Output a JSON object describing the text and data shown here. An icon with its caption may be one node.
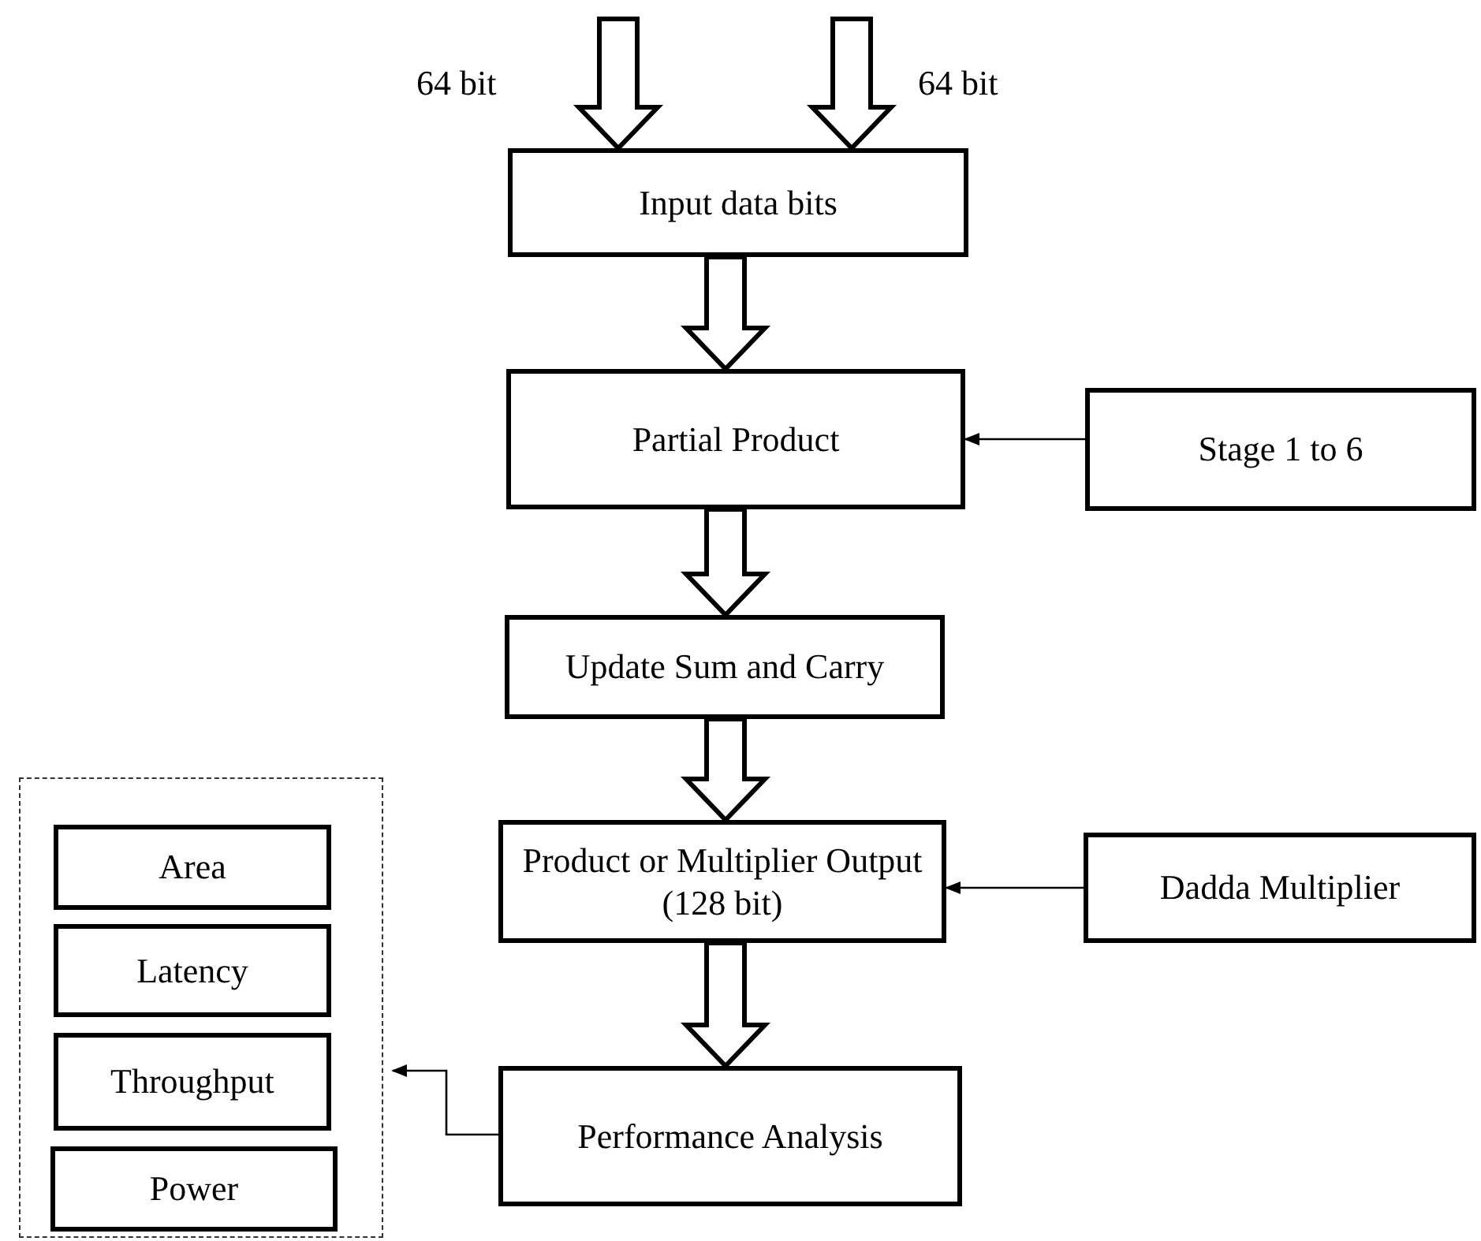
{
  "diagram": {
    "nodes": [
      {
        "text": [
          "Input data bits"
        ]
      },
      {
        "text": [
          "Partial Product"
        ]
      },
      {
        "text": [
          "Stage 1 to 6"
        ]
      },
      {
        "text": [
          "Update Sum and Carry"
        ]
      },
      {
        "text": [
          "Product or Multiplier Output (128 bit)"
        ]
      },
      {
        "text": [
          "Dadda Multiplier"
        ]
      },
      {
        "text": [
          "Performance Analysis"
        ]
      },
      {
        "text": [],
        "shape": "box"
      },
      {
        "text": [
          "Area"
        ],
        "in": 7
      },
      {
        "text": [
          "Latency"
        ],
        "in": 7
      },
      {
        "text": [
          "Throughput"
        ],
        "in": 7
      },
      {
        "text": [
          "Power"
        ],
        "in": 7
      }
    ],
    "edges": [
      {
        "from": null,
        "to": 0,
        "arrow": "to",
        "style": "thick",
        "label": "64 bit"
      },
      {
        "from": null,
        "to": 0,
        "arrow": "to",
        "style": "thick",
        "label": "64 bit"
      },
      {
        "from": 0,
        "to": 1,
        "arrow": "to",
        "style": "thick"
      },
      {
        "from": 2,
        "to": 1,
        "arrow": "to"
      },
      {
        "from": 1,
        "to": 3,
        "arrow": "to",
        "style": "thick"
      },
      {
        "from": 3,
        "to": 4,
        "arrow": "to",
        "style": "thick"
      },
      {
        "from": 5,
        "to": 4,
        "arrow": "to"
      },
      {
        "from": 4,
        "to": 6,
        "arrow": "to",
        "style": "thick"
      },
      {
        "from": 6,
        "to": 7,
        "arrow": "to"
      }
    ]
  }
}
